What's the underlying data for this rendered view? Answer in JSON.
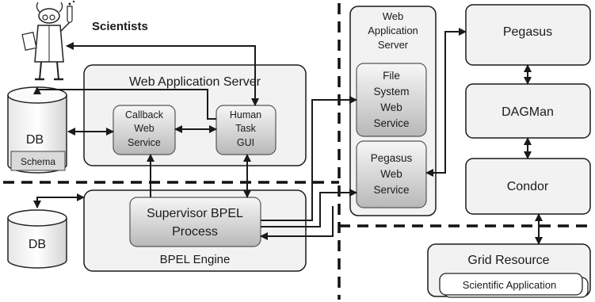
{
  "scientists": {
    "label": "Scientists"
  },
  "web_app_server_left": {
    "title": "Web Application Server",
    "callback_ws": [
      "Callback",
      "Web",
      "Service"
    ],
    "human_task_gui": [
      "Human",
      "Task",
      "GUI"
    ]
  },
  "db_top": {
    "label": "DB",
    "schema": "Schema"
  },
  "db_bottom": {
    "label": "DB"
  },
  "bpel_engine": {
    "label": "BPEL Engine",
    "supervisor": [
      "Supervisor BPEL",
      "Process"
    ]
  },
  "web_app_server_right": {
    "title": [
      "Web",
      "Application",
      "Server"
    ],
    "file_system_ws": [
      "File",
      "System",
      "Web",
      "Service"
    ],
    "pegasus_ws": [
      "Pegasus",
      "Web",
      "Service"
    ]
  },
  "pegasus": {
    "label": "Pegasus"
  },
  "dagman": {
    "label": "DAGMan"
  },
  "condor": {
    "label": "Condor"
  },
  "grid": {
    "label": "Grid Resource",
    "app": "Scientific Application"
  },
  "colors": {
    "box_fill": "#f2f2f2",
    "inner_grad_top": "#f7f7f7",
    "inner_grad_bottom": "#b9b9b9",
    "stroke": "#1a1a1a"
  }
}
